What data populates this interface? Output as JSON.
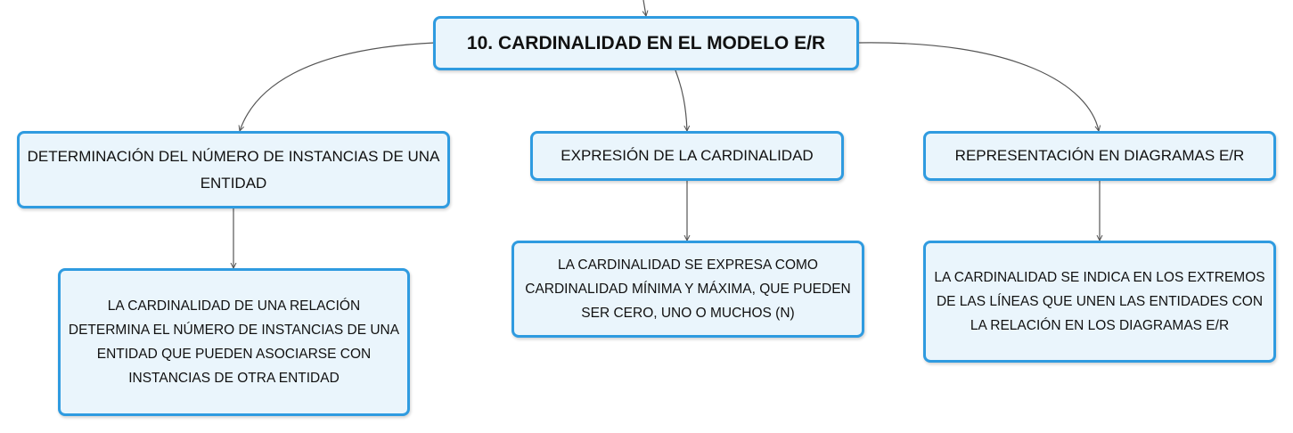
{
  "diagram": {
    "root": {
      "label": "10. CARDINALIDAD EN EL MODELO E/R"
    },
    "branches": [
      {
        "label": "DETERMINACIÓN DEL NÚMERO DE INSTANCIAS DE UNA ENTIDAD",
        "child": "LA CARDINALIDAD DE UNA RELACIÓN DETERMINA EL NÚMERO DE INSTANCIAS DE UNA ENTIDAD QUE PUEDEN ASOCIARSE CON INSTANCIAS DE OTRA ENTIDAD"
      },
      {
        "label": "EXPRESIÓN DE LA CARDINALIDAD",
        "child": "LA CARDINALIDAD SE EXPRESA COMO CARDINALIDAD MÍNIMA Y MÁXIMA, QUE PUEDEN SER CERO, UNO O MUCHOS (N)"
      },
      {
        "label": "REPRESENTACIÓN EN DIAGRAMAS E/R",
        "child": "LA CARDINALIDAD SE INDICA EN LOS EXTREMOS DE LAS LÍNEAS QUE UNEN LAS ENTIDADES CON LA RELACIÓN EN LOS DIAGRAMAS E/R"
      }
    ],
    "colors": {
      "node_border": "#2f9be0",
      "node_fill": "#eaf5fc",
      "connector": "#555555"
    }
  }
}
